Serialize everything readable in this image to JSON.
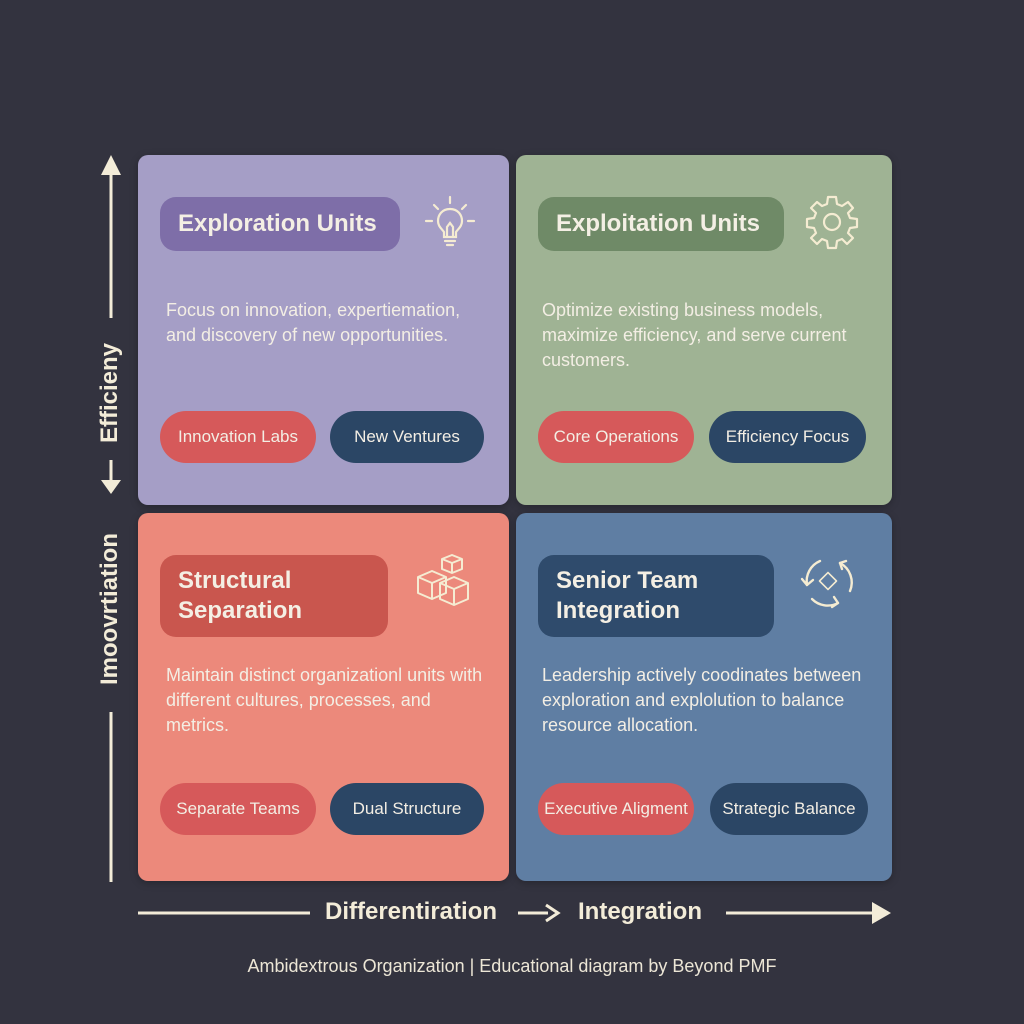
{
  "quadrants": {
    "top_left": {
      "title": "Exploration Units",
      "icon": "lightbulb-icon",
      "description": "Focus on innovation, expertiemation, and discovery of new opportunities.",
      "tags": [
        "Innovation Labs",
        "New Ventures"
      ]
    },
    "top_right": {
      "title": "Exploitation Units",
      "icon": "gear-icon",
      "description": "Optimize existing business models, maximize efficiency, and serve current customers.",
      "tags": [
        "Core Operations",
        "Efficiency Focus"
      ]
    },
    "bottom_left": {
      "title": "Structural Separation",
      "icon": "boxes-icon",
      "description": "Maintain distinct organizationl units with different cultures, processes, and metrics.",
      "tags": [
        "Separate Teams",
        "Dual Structure"
      ]
    },
    "bottom_right": {
      "title": "Senior Team Integration",
      "icon": "cycle-arrows-icon",
      "description": "Leadership actively coodinates between exploration and explolution to balance resource allocation.",
      "tags": [
        "Executive Aligment",
        "Strategic Balance"
      ]
    }
  },
  "axes": {
    "y_top": "Efficieny",
    "y_bottom": "Imoovrtiation",
    "x_left": "Differentiration",
    "x_right": "Integration"
  },
  "caption": "Ambidextrous Organization | Educational diagram by Beyond PMF",
  "colors": {
    "background": "#33333f",
    "exploration": "#a59ec6",
    "exploitation": "#9fb394",
    "separation": "#ec897b",
    "integration": "#5f7ea3",
    "tag_red": "#d6595a",
    "tag_navy": "#2b4665",
    "cream": "#f3ecd8"
  }
}
